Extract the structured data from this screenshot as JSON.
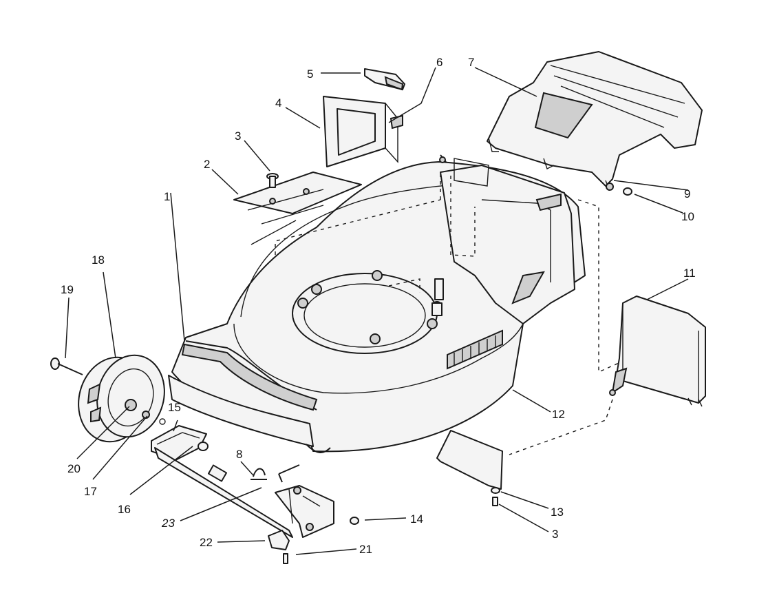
{
  "callouts": {
    "c1": "1",
    "c2": "2",
    "c3a": "3",
    "c3b": "3",
    "c4": "4",
    "c5": "5",
    "c6": "6",
    "c7": "7",
    "c8": "8",
    "c9": "9",
    "c10": "10",
    "c11": "11",
    "c12": "12",
    "c13": "13",
    "c14": "14",
    "c15": "15",
    "c16": "16",
    "c17": "17",
    "c18": "18",
    "c19": "19",
    "c20": "20",
    "c21": "21",
    "c22": "22",
    "c23": "23"
  }
}
